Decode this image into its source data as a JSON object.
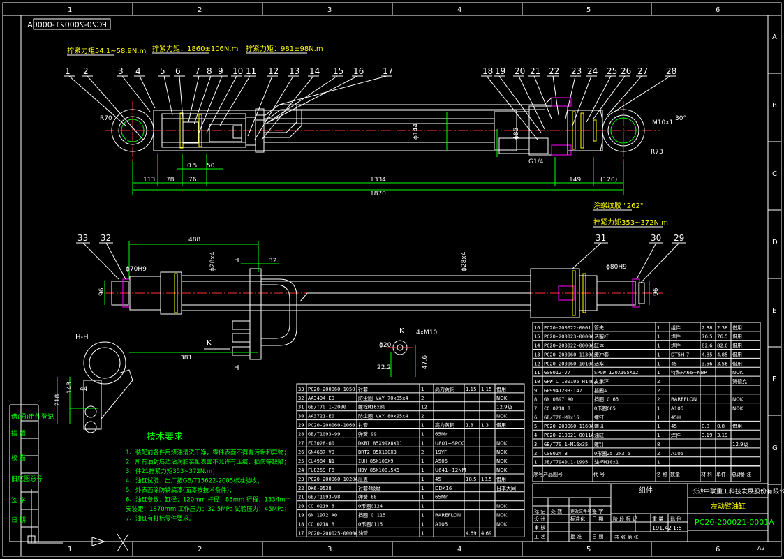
{
  "drawing_no_top": "PC20-200021-0000A",
  "zone_numbers": [
    "1",
    "2",
    "3",
    "4",
    "5",
    "6"
  ],
  "zone_letters": [
    "A",
    "B",
    "C",
    "D",
    "E",
    "F",
    "G"
  ],
  "torque_notes": {
    "t1": "拧紧力矩54.1~58.9N.m",
    "t2": "拧紧力矩：1860±106N.m",
    "t3": "拧紧力矩：981±98N.m",
    "thread_glue": "涂螺纹胶 \"262\"",
    "t4": "拧紧力矩353~372N.m"
  },
  "balloons_top": [
    "1",
    "2",
    "3",
    "4",
    "5",
    "6",
    "7",
    "8",
    "9",
    "10",
    "11",
    "12",
    "13",
    "14",
    "15",
    "16",
    "17",
    "18",
    "19",
    "20",
    "21",
    "22",
    "23",
    "24",
    "25",
    "26",
    "27",
    "28"
  ],
  "balloons_bottom": [
    "33",
    "32",
    "31",
    "30",
    "29"
  ],
  "dims": {
    "r70": "R70",
    "r73": "R73",
    "m10": "M10x1",
    "ang30": "30°",
    "d144": "ϕ144",
    "d85": "ϕ85",
    "g14": "G1/4",
    "d05": "0.5",
    "d50": "50",
    "d113": "113",
    "d78": "78",
    "d76": "76",
    "d1334": "1334",
    "d149": "149",
    "d120": "(120)",
    "d1870": "1870",
    "d488": "488",
    "d32": "32",
    "d381": "381",
    "d96": "96",
    "d96b": "96",
    "d70": "ϕ70H9",
    "d80": "ϕ80H9",
    "d28": "ϕ28x4",
    "d28b": "ϕ28x4",
    "d218": "218",
    "d143": "143",
    "d44": "44",
    "d20": "ϕ20",
    "d222": "22.2",
    "d476": "47.6",
    "m4x10": "4xM10",
    "sec_h": "H",
    "sec_h2": "H",
    "sec_hh": "H-H",
    "sec_k": "K",
    "sec_k2": "K"
  },
  "tech_req": {
    "title": "技术要求",
    "items": [
      "1、装配前各件用煤油清洗干净，零件表面不得有污垢和异物；",
      "2、所有油封唇边沾润脂装配表面不允许有压痕、损伤等缺陷；",
      "3、件21拧紧力矩353~372N.m；",
      "4、油缸试验、出厂按GB/T15622-2005标准验收；",
      "5、外表面涂防锈底漆(面漆按技术条件)；",
      "6、油缸参数：缸径：120mm   杆径：85mm   行程：1334mm",
      "   安装距：1870mm  工作压力：32.5MPa  试验压力：45MPa；",
      "7、油缸有打标零件要求。"
    ]
  },
  "side_labels": [
    "借(通)用件登记",
    "描   图",
    "校   描",
    "旧底图总号",
    "签   字",
    "日   期"
  ],
  "bom_left": [
    [
      "33",
      "PC20-200060-1050",
      "衬套",
      "1",
      "高力黄铜",
      "1.15",
      "1.15",
      "借用"
    ],
    [
      "32",
      "AA3494-E0",
      "防尘圈 VAY 70x85x4",
      "2",
      "",
      "",
      "",
      "NOK"
    ],
    [
      "31",
      "GB/T70.1-2000",
      "螺栓M16x80",
      "12",
      "",
      "",
      "",
      "12.9级"
    ],
    [
      "30",
      "AA3721-E0",
      "防尘圈 VAY 80x95x4",
      "2",
      "",
      "",
      "",
      "NOK"
    ],
    [
      "29",
      "PC20-200060-1060",
      "衬套",
      "1",
      "高力黄铜",
      "1.3",
      "1.3",
      "借用"
    ],
    [
      "28",
      "GB/T1093-99",
      "弹簧 99",
      "1",
      "65Mn",
      "",
      "",
      ""
    ],
    [
      "27",
      "FD3028-G0",
      "DKBI 85X99X8X11",
      "1",
      "U801+SPCC",
      "",
      "",
      "NOK"
    ],
    [
      "26",
      "GN4687-V0",
      "BRT2 85X100X3",
      "2",
      "19YF",
      "",
      "",
      "NOK"
    ],
    [
      "25",
      "CU4984-N1",
      "IUH 85X100X9",
      "1",
      "A505",
      "",
      "",
      "NOK"
    ],
    [
      "24",
      "FU8259-F6",
      "HBY 85X100.5X6",
      "1",
      "U641+12NM",
      "",
      "",
      "NOK"
    ],
    [
      "23",
      "PC20-200060-1020A",
      "压盖",
      "1",
      "45",
      "18.5",
      "18.5",
      "借用"
    ],
    [
      "22",
      "DK6-0538",
      "衬套4级磨",
      "1",
      "DDK16",
      "",
      "",
      "日本大同"
    ],
    [
      "21",
      "GB/T1093-98",
      "弹簧 88",
      "1",
      "65Mn",
      "",
      "",
      ""
    ],
    [
      "20",
      "CO 0219 B",
      "O形圈G124",
      "1",
      "",
      "",
      "",
      "NOK"
    ],
    [
      "19",
      "GN 1972 A0",
      "挡圈 G 115",
      "1",
      "RAREFLON",
      "",
      "",
      "NOK"
    ],
    [
      "18",
      "CO 0218 B",
      "O形圈G115",
      "1",
      "A105",
      "",
      "",
      "NOK"
    ],
    [
      "17",
      "PC20-200025-0000A",
      "油管",
      "1",
      "",
      "4.69",
      "4.69",
      ""
    ]
  ],
  "bom_right": [
    [
      "16",
      "PC20-200022-0001",
      "管夹",
      "1",
      "组件",
      "2.38",
      "2.38",
      "借用"
    ],
    [
      "15",
      "PC20-200023-0000A",
      "活塞杆",
      "1",
      "焊件",
      "76.5",
      "76.5",
      "借用"
    ],
    [
      "14",
      "PC20-200022-0000A",
      "缸体",
      "1",
      "焊件",
      "82.6",
      "82.6",
      "借用"
    ],
    [
      "13",
      "PC20-200060-1130A",
      "缓冲套",
      "1",
      "DT5H-7",
      "4.85",
      "4.85",
      "借用"
    ],
    [
      "12",
      "PC20-200060-1010A",
      "活塞",
      "1",
      "45",
      "3.56",
      "3.56",
      "借用"
    ],
    [
      "11",
      "GS0012-V7",
      "SPGW 120X105X12",
      "1",
      "特殊PA66+NBR",
      "",
      "",
      "NOK"
    ],
    [
      "10",
      "GFW C 100105 H1462",
      "支承环",
      "2",
      "",
      "",
      "",
      "贺德克"
    ],
    [
      "9",
      "GP9941203-T47",
      "挡圈A",
      "2",
      "",
      "",
      "",
      ""
    ],
    [
      "8",
      "GN 0897 A0",
      "挡圈 G 65",
      "2",
      "RAREFLON",
      "",
      "",
      "NOK"
    ],
    [
      "7",
      "CO 0218 B",
      "O形圈G65",
      "1",
      "A105",
      "",
      "",
      "NOK"
    ],
    [
      "6",
      "GB/T78-M8x16",
      "螺钉",
      "1",
      "45H",
      "",
      "",
      ""
    ],
    [
      "5",
      "PC20-200060-1160A",
      "螺母",
      "1",
      "45",
      "0.8",
      "0.8",
      "借用"
    ],
    [
      "4",
      "PC20-210021-0011A",
      "油缸",
      "1",
      "焊件",
      "3.19",
      "3.19",
      ""
    ],
    [
      "3",
      "GB/T70.1-M16x35",
      "螺钉",
      "8",
      "",
      "",
      "",
      "12.9级"
    ],
    [
      "2",
      "C00024 B",
      "O形圈25.2x3.5",
      "2",
      "A105",
      "",
      "",
      ""
    ],
    [
      "1",
      "JB/T7940.1-1995",
      "油杯M10x1",
      "1",
      "",
      "",
      "",
      ""
    ]
  ],
  "bom_header": [
    "序号",
    "产品图号",
    "代      号",
    "名      称",
    "数量",
    "材      料",
    "单件",
    "总计",
    "备 注"
  ],
  "title_block": {
    "kind": "组件",
    "company": "长沙中联重工科技发展股份有限公司",
    "name": "左动臂油缸",
    "drawing_no": "PC20-200021-0001A",
    "row_labels": [
      "标 记",
      "处 数",
      "更改文件号",
      "签 字",
      "日 期"
    ],
    "roles": [
      "设 计",
      "审 核",
      "工 艺",
      "批 准"
    ],
    "mid_labels": [
      "标准化",
      "日 期"
    ],
    "scale_header": [
      "阶 段 标 记",
      "重 量",
      "比 例"
    ],
    "weight": "191.42",
    "scale": "1:5",
    "sheet": "共    张     第    张",
    "format": "A2"
  }
}
